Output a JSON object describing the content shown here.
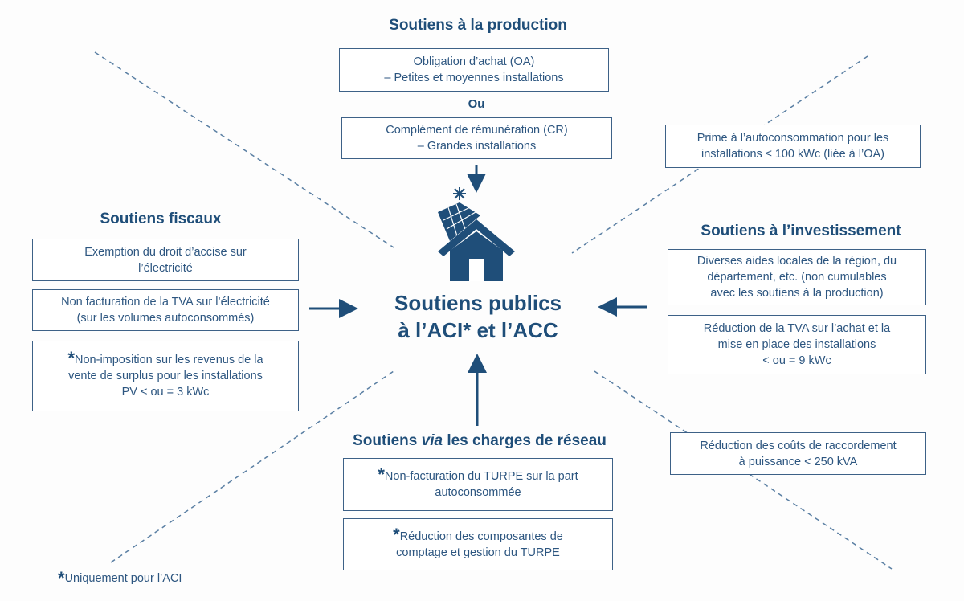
{
  "colors": {
    "primary": "#1f4e79",
    "text": "#2d5680",
    "dash": "#5a7fa3"
  },
  "production": {
    "heading": "Soutiens à la production",
    "box_oa": "Obligation d’achat (OA)\n– Petites et moyennes installations",
    "or_label": "Ou",
    "box_cr": "Complément de rémunération (CR)\n– Grandes installations"
  },
  "center": {
    "title": "Soutiens publics\nà l’ACI* et l’ACC",
    "icon": "solar-house-icon"
  },
  "fiscal": {
    "heading": "Soutiens fiscaux",
    "box1": "Exemption du droit d’accise sur\nl’électricité",
    "box2": "Non facturation de la TVA sur l’électricité\n(sur les volumes autoconsommés)",
    "box3_star": "*",
    "box3": "Non-imposition sur les revenus de la\nvente de surplus pour les installations\nPV < ou = 3 kWc"
  },
  "prime": {
    "box": "Prime à l’autoconsommation pour les\ninstallations ≤ 100 kWc (liée à l’OA)"
  },
  "investment": {
    "heading": "Soutiens à l’investissement",
    "box1": "Diverses aides locales de la région, du\ndépartement, etc. (non cumulables\navec les soutiens à la production)",
    "box2": "Réduction de la TVA sur l’achat et la\nmise en place des installations\n< ou = 9 kWc"
  },
  "raccordement": {
    "box": "Réduction des coûts de raccordement\nà puissance < 250 kVA"
  },
  "network": {
    "heading_pre": "Soutiens ",
    "heading_em": "via",
    "heading_post": " les charges de réseau",
    "box1_star": "*",
    "box1": "Non-facturation du TURPE sur la part\nautoconsommée",
    "box2_star": "*",
    "box2": "Réduction des composantes de\ncomptage et gestion du TURPE"
  },
  "footnote": {
    "star": "*",
    "text": "Uniquement pour l’ACI"
  }
}
